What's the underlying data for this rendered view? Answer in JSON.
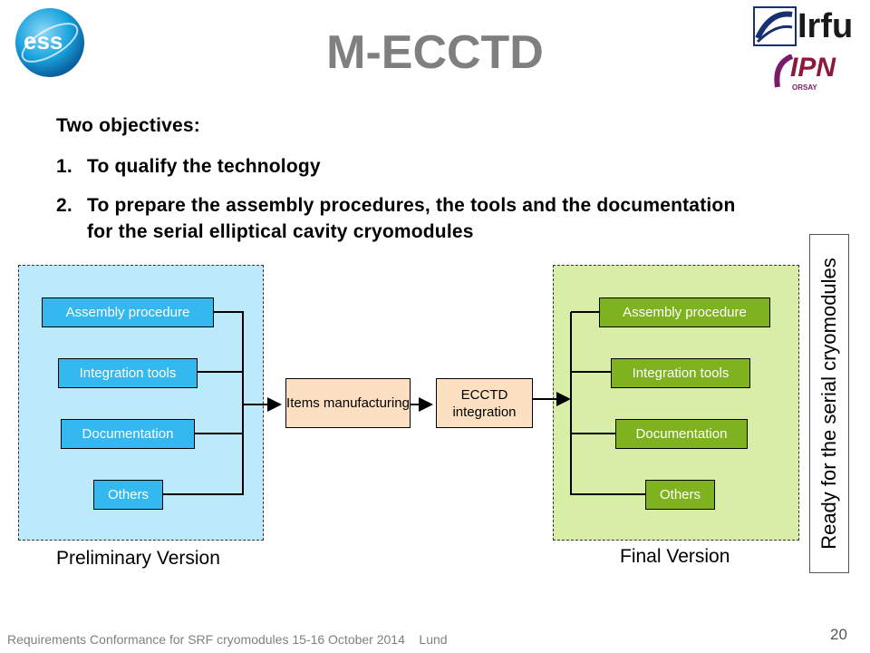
{
  "slide": {
    "title": "M-ECCTD",
    "objectives_heading": "Two objectives:",
    "objectives": [
      {
        "num": "1.",
        "text": "To qualify the technology"
      },
      {
        "num": "2.",
        "text": "To prepare the assembly procedures, the tools and the documentation",
        "text2": "for the serial elliptical cavity cryomodules"
      }
    ],
    "footer": "Requirements Conformance for SRF cryomodules 15-16 October 2014    Lund",
    "page_number": "20"
  },
  "logos": {
    "ess": "ess",
    "irfu": "Irfu",
    "ipn": "IPN",
    "ipn_sub": "ORSAY"
  },
  "diagram": {
    "preliminary": {
      "caption": "Preliminary Version",
      "items": [
        "Assembly procedure",
        "Integration tools",
        "Documentation",
        "Others"
      ]
    },
    "center": {
      "manufacturing": "Items manufacturing",
      "integration": "ECCTD integration"
    },
    "final": {
      "caption": "Final Version",
      "items": [
        "Assembly procedure",
        "Integration tools",
        "Documentation",
        "Others"
      ]
    },
    "ready": "Ready for the serial cryomodules"
  },
  "colors": {
    "title": "#7f7f7f",
    "blue_box": "#33b8ef",
    "blue_region": "#bdeafb",
    "green_box": "#7fb21f",
    "green_region": "#d8eda5",
    "peach_box": "#fde0c1"
  }
}
